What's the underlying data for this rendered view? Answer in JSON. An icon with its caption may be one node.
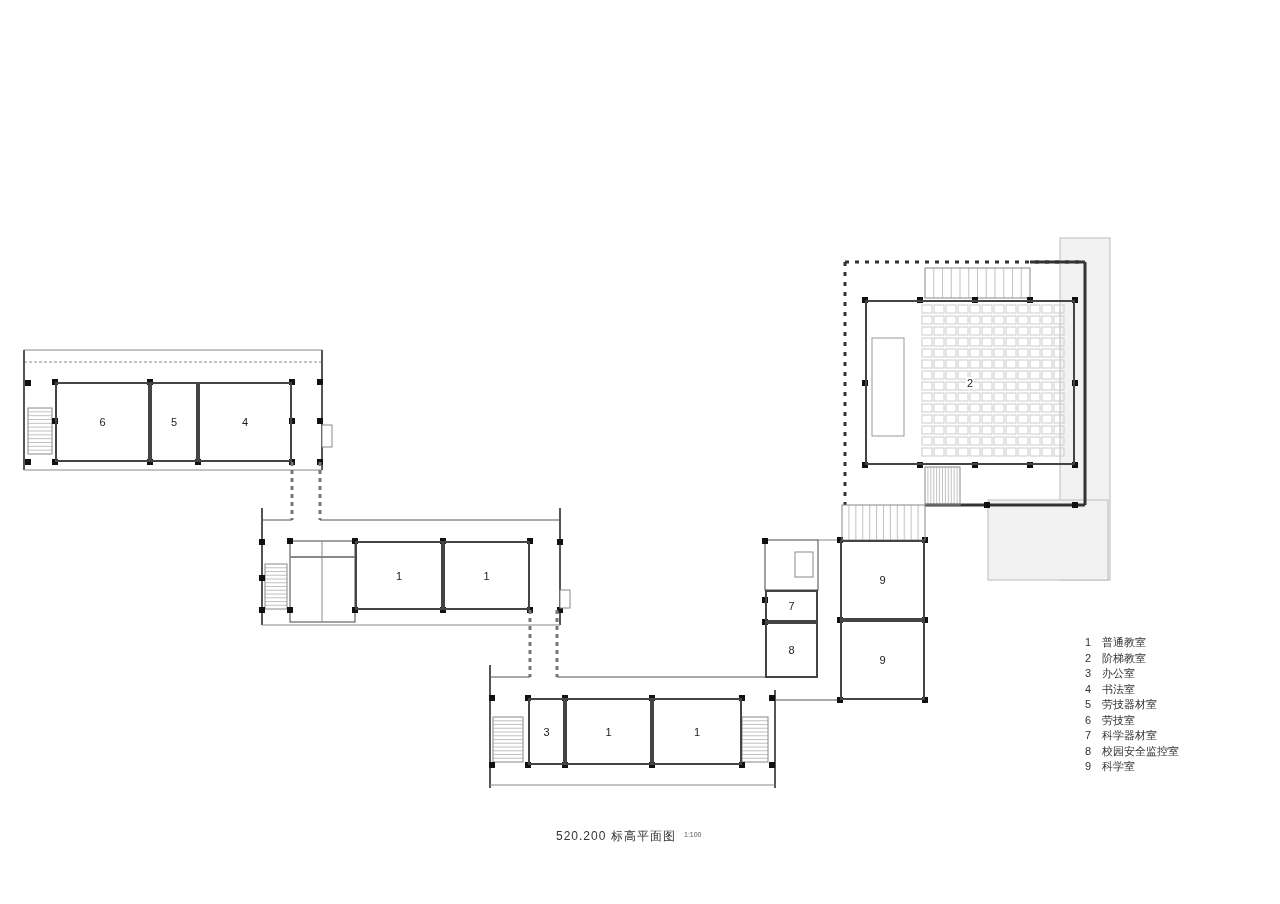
{
  "diagram": {
    "caption": "520.200 标高平面图",
    "nodes": [
      {
        "text": [
          "2"
        ]
      },
      {
        "text": [
          "6"
        ]
      },
      {
        "text": [
          "5"
        ]
      },
      {
        "text": [
          "4"
        ]
      },
      {
        "text": [
          "1"
        ]
      },
      {
        "text": [
          "1"
        ]
      },
      {
        "text": [
          "9"
        ]
      },
      {
        "text": [
          "7"
        ]
      },
      {
        "text": [
          "8"
        ]
      },
      {
        "text": [
          "9"
        ]
      },
      {
        "text": [
          "3"
        ]
      },
      {
        "text": [
          "1"
        ]
      },
      {
        "text": [
          "1"
        ]
      }
    ],
    "labels": [
      "1",
      "普通教室",
      "2",
      "阶梯教室",
      "3",
      "办公室",
      "4",
      "书法室",
      "5",
      "劳技器材室",
      "6",
      "劳技室",
      "7",
      "科学器材室",
      "8",
      "校园安全监控室",
      "9",
      "科学室",
      "1:100"
    ]
  }
}
